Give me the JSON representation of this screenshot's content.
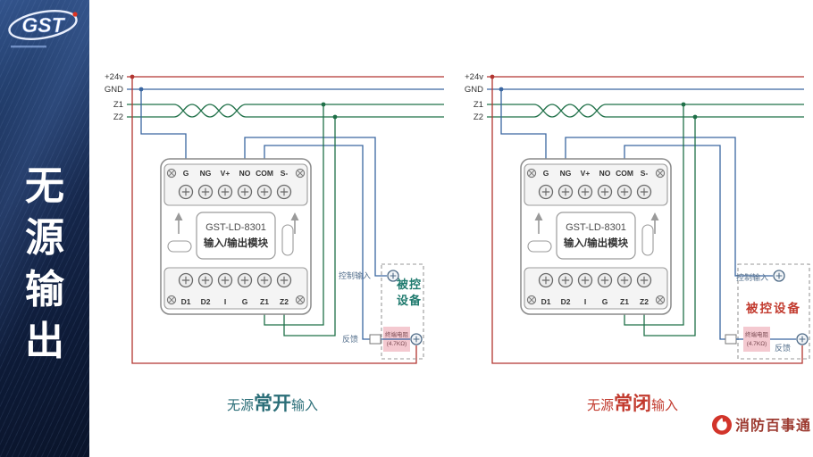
{
  "sidebar": {
    "logo_text": "GST",
    "vertical_title": [
      "无",
      "源",
      "输",
      "出"
    ]
  },
  "rails": {
    "v24": "+24v",
    "gnd": "GND",
    "z1": "Z1",
    "z2": "Z2"
  },
  "module": {
    "model": "GST-LD-8301",
    "name": "输入/输出模块",
    "top_terminals": [
      "G",
      "NG",
      "V+",
      "NO",
      "COM",
      "S-"
    ],
    "bottom_terminals": [
      "D1",
      "D2",
      "I",
      "G",
      "Z1",
      "Z2"
    ]
  },
  "device": {
    "control_label": "控制输入",
    "name": "被控设备",
    "name_line1": "被控",
    "name_line2": "设备",
    "feedback_label": "反馈",
    "resistor_label_line1": "终端电阻",
    "resistor_label_line2": "(4.7KΩ)"
  },
  "captions": {
    "left": {
      "prefix": "无源",
      "emphasis": "常开",
      "suffix": "输入"
    },
    "right": {
      "prefix": "无源",
      "emphasis": "常闭",
      "suffix": "输入"
    }
  },
  "brand": {
    "name": "消防百事通"
  },
  "colors": {
    "wire_red": "#b23530",
    "wire_blue": "#3a66a0",
    "wire_green": "#1f7048",
    "accent_teal": "#1f7a6e",
    "accent_red": "#c23a2e",
    "label_slate": "#56718e",
    "resistor_pink": "#f4c9d0",
    "sidebar_navy": "#16284d"
  }
}
